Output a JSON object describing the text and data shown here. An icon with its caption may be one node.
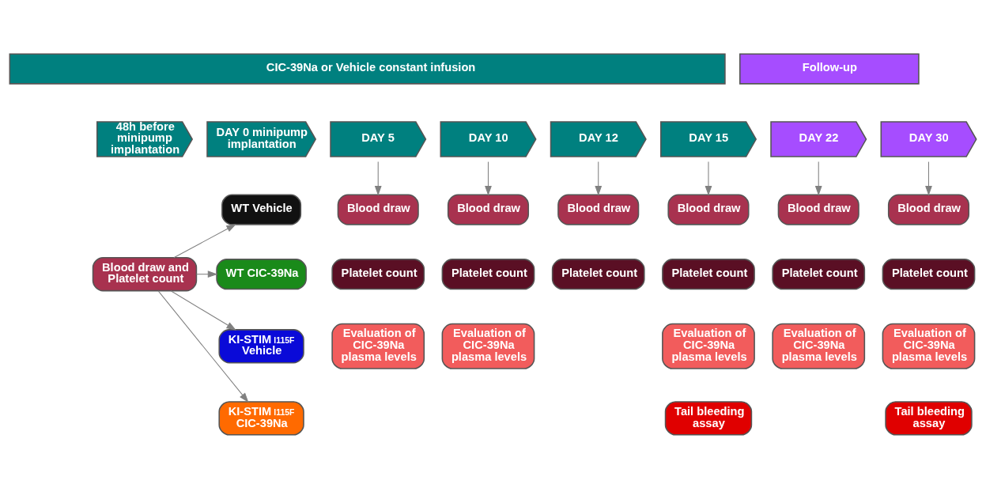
{
  "diagram": {
    "nodes": [
      {
        "text": [
          "CIC-39Na or Vehicle constant infusion"
        ]
      },
      {
        "text": [
          "Follow-up"
        ]
      },
      {
        "text": [
          "48h before minipump implantation"
        ]
      },
      {
        "text": [
          "DAY 0 minipump implantation"
        ]
      },
      {
        "text": [
          "DAY 5"
        ]
      },
      {
        "text": [
          "DAY 10"
        ]
      },
      {
        "text": [
          "DAY 12"
        ]
      },
      {
        "text": [
          "DAY 15"
        ]
      },
      {
        "text": [
          "DAY 22"
        ]
      },
      {
        "text": [
          "DAY 30"
        ]
      },
      {
        "text": [
          "Blood draw and Platelet count"
        ]
      },
      {
        "text": [
          "WT Vehicle"
        ]
      },
      {
        "text": [
          "WT CIC-39Na"
        ]
      },
      {
        "text": [
          "KI-STIM $^{I115F}$ Vehicle"
        ]
      },
      {
        "text": [
          "KI-STIM $^{I115F}$ CIC-39Na"
        ]
      },
      {
        "text": [
          "Blood draw"
        ]
      },
      {
        "text": [
          "Platelet count"
        ]
      },
      {
        "text": [
          "Evaluation of CIC-39Na plasma levels"
        ]
      },
      {
        "text": [
          "Blood draw"
        ]
      },
      {
        "text": [
          "Platelet count"
        ]
      },
      {
        "text": [
          "Evaluation of CIC-39Na plasma levels"
        ]
      },
      {
        "text": [
          "Blood draw"
        ]
      },
      {
        "text": [
          "Platelet count"
        ]
      },
      {
        "text": [
          "Blood draw"
        ]
      },
      {
        "text": [
          "Platelet count"
        ]
      },
      {
        "text": [
          "Evaluation of CIC-39Na plasma levels"
        ]
      },
      {
        "text": [
          "Tail bleeding assay"
        ]
      },
      {
        "text": [
          "Blood draw"
        ]
      },
      {
        "text": [
          "Platelet count"
        ]
      },
      {
        "text": [
          "Evaluation of CIC-39Na plasma levels"
        ]
      },
      {
        "text": [
          "Blood draw"
        ]
      },
      {
        "text": [
          "Platelet count"
        ]
      },
      {
        "text": [
          "Evaluation of CIC-39Na plasma levels"
        ]
      },
      {
        "text": [
          "Tail bleeding assay"
        ]
      }
    ],
    "edges": [
      {
        "from": 10,
        "to": 11,
        "arrow": "to"
      },
      {
        "from": 10,
        "to": 12,
        "arrow": "to"
      },
      {
        "from": 10,
        "to": 13,
        "arrow": "to"
      },
      {
        "from": 10,
        "to": 14,
        "arrow": "to"
      },
      {
        "from": 4,
        "to": 15,
        "arrow": "to"
      },
      {
        "from": 5,
        "to": 18,
        "arrow": "to"
      },
      {
        "from": 6,
        "to": 21,
        "arrow": "to"
      },
      {
        "from": 7,
        "to": 23,
        "arrow": "to"
      },
      {
        "from": 8,
        "to": 27,
        "arrow": "to"
      },
      {
        "from": 9,
        "to": 30,
        "arrow": "to"
      }
    ]
  }
}
